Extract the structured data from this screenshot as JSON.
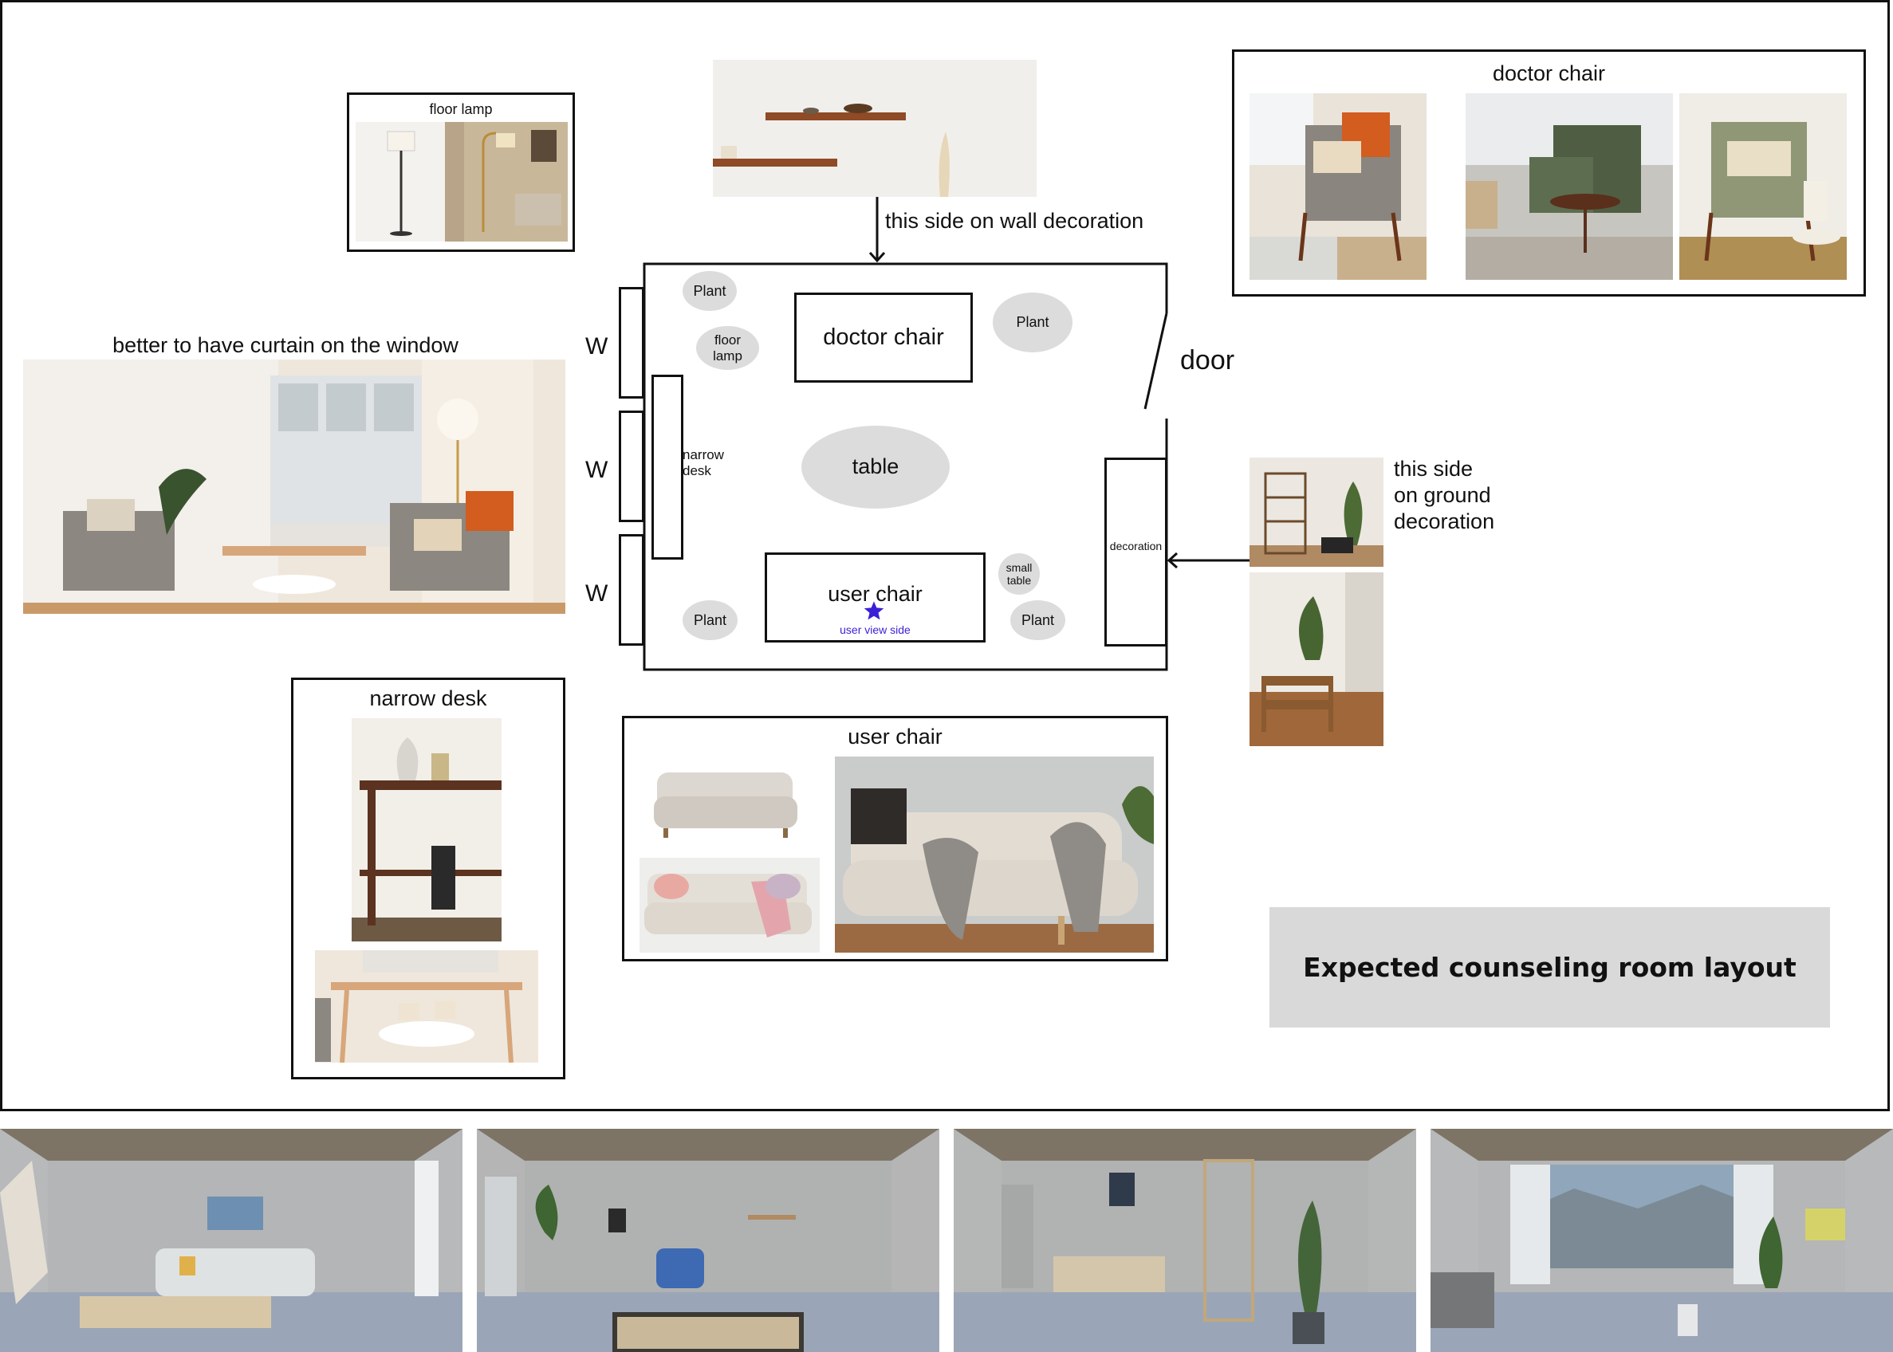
{
  "title": "Expected counseling room layout",
  "floor_plan": {
    "doctor_chair": "doctor chair",
    "table": "table",
    "user_chair": "user chair",
    "user_view_side": "user view side",
    "narrow_desk": "narrow\ndesk",
    "decoration": "decoration",
    "small_table": "small\ntable",
    "floor_lamp": "floor\nlamp",
    "plant": "Plant",
    "door": "door",
    "window": "W"
  },
  "annotations": {
    "wall_decoration": "this side on wall decoration",
    "ground_decoration": "this side\non ground\ndecoration",
    "curtain": "better to have curtain on the window"
  },
  "reference_panels": {
    "floor_lamp": "floor lamp",
    "doctor_chair": "doctor chair",
    "narrow_desk": "narrow desk",
    "user_chair": "user chair"
  },
  "colors": {
    "star": "#3a1fd6",
    "oval": "#dcdcdc",
    "title_panel": "#d9d9d9"
  },
  "icons": {
    "user_position": "star-icon"
  }
}
